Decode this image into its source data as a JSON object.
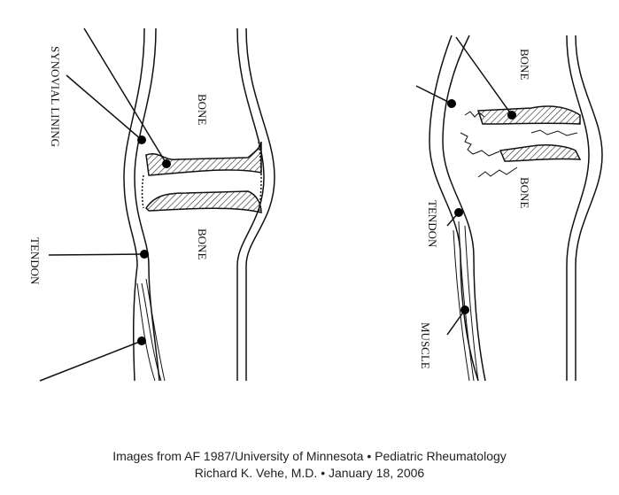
{
  "left_diagram": {
    "labels": {
      "synovial_lining": "SYNOVIAL LINING",
      "tendon": "TENDON",
      "bone_upper": "BONE",
      "bone_lower": "BONE"
    }
  },
  "right_diagram": {
    "labels": {
      "bone_upper": "BONE",
      "bone_lower": "BONE",
      "tendon": "TENDON",
      "muscle": "MUSCLE"
    }
  },
  "caption": {
    "line1": "Images from AF 1987/University of Minnesota • Pediatric Rheumatology",
    "line2": "Richard K. Vehe, M.D. • January 18, 2006"
  }
}
